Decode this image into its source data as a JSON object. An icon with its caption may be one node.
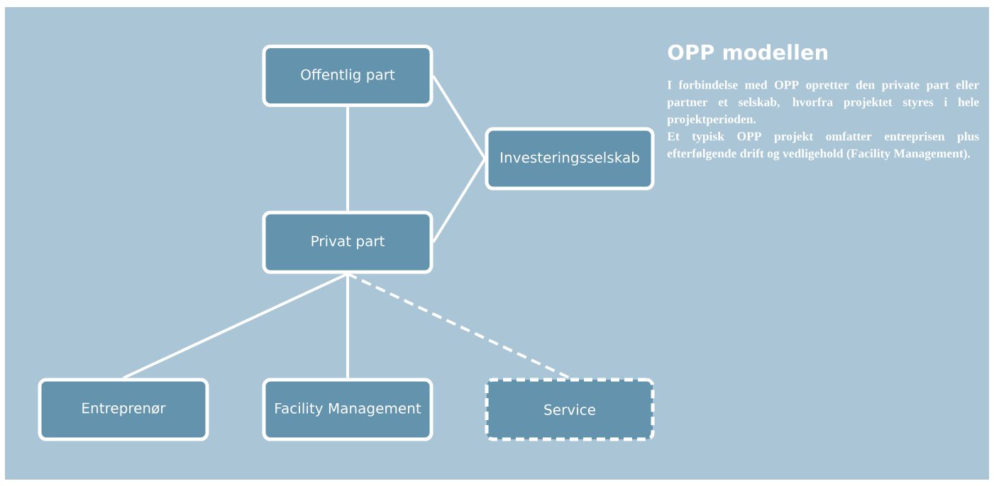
{
  "diagram": {
    "title": "OPP modellen",
    "nodes": [
      {
        "text": [
          "Offentlig part"
        ]
      },
      {
        "text": [
          "Investeringsselskab"
        ]
      },
      {
        "text": [
          "Privat part"
        ]
      },
      {
        "text": [
          "Entreprenør"
        ]
      },
      {
        "text": [
          "Facility Management"
        ]
      },
      {
        "text": [
          "Service"
        ]
      }
    ],
    "edges": [
      {
        "from": 0,
        "to": 2,
        "arrow": "none"
      },
      {
        "from": 0,
        "to": 1,
        "arrow": "none"
      },
      {
        "from": 2,
        "to": 1,
        "arrow": "none"
      },
      {
        "from": 2,
        "to": 3,
        "arrow": "none"
      },
      {
        "from": 2,
        "to": 4,
        "arrow": "none"
      },
      {
        "from": 2,
        "to": 5,
        "arrow": "none",
        "style": "dashed"
      }
    ],
    "labels": [
      "I forbindelse med OPP opretter den private part eller partner et selskab, hvorfra projektet styres i hele projektperioden.",
      "Et typisk OPP projekt omfatter entreprisen plus efterfølgende drift og vedligehold (Facility Management)."
    ]
  }
}
